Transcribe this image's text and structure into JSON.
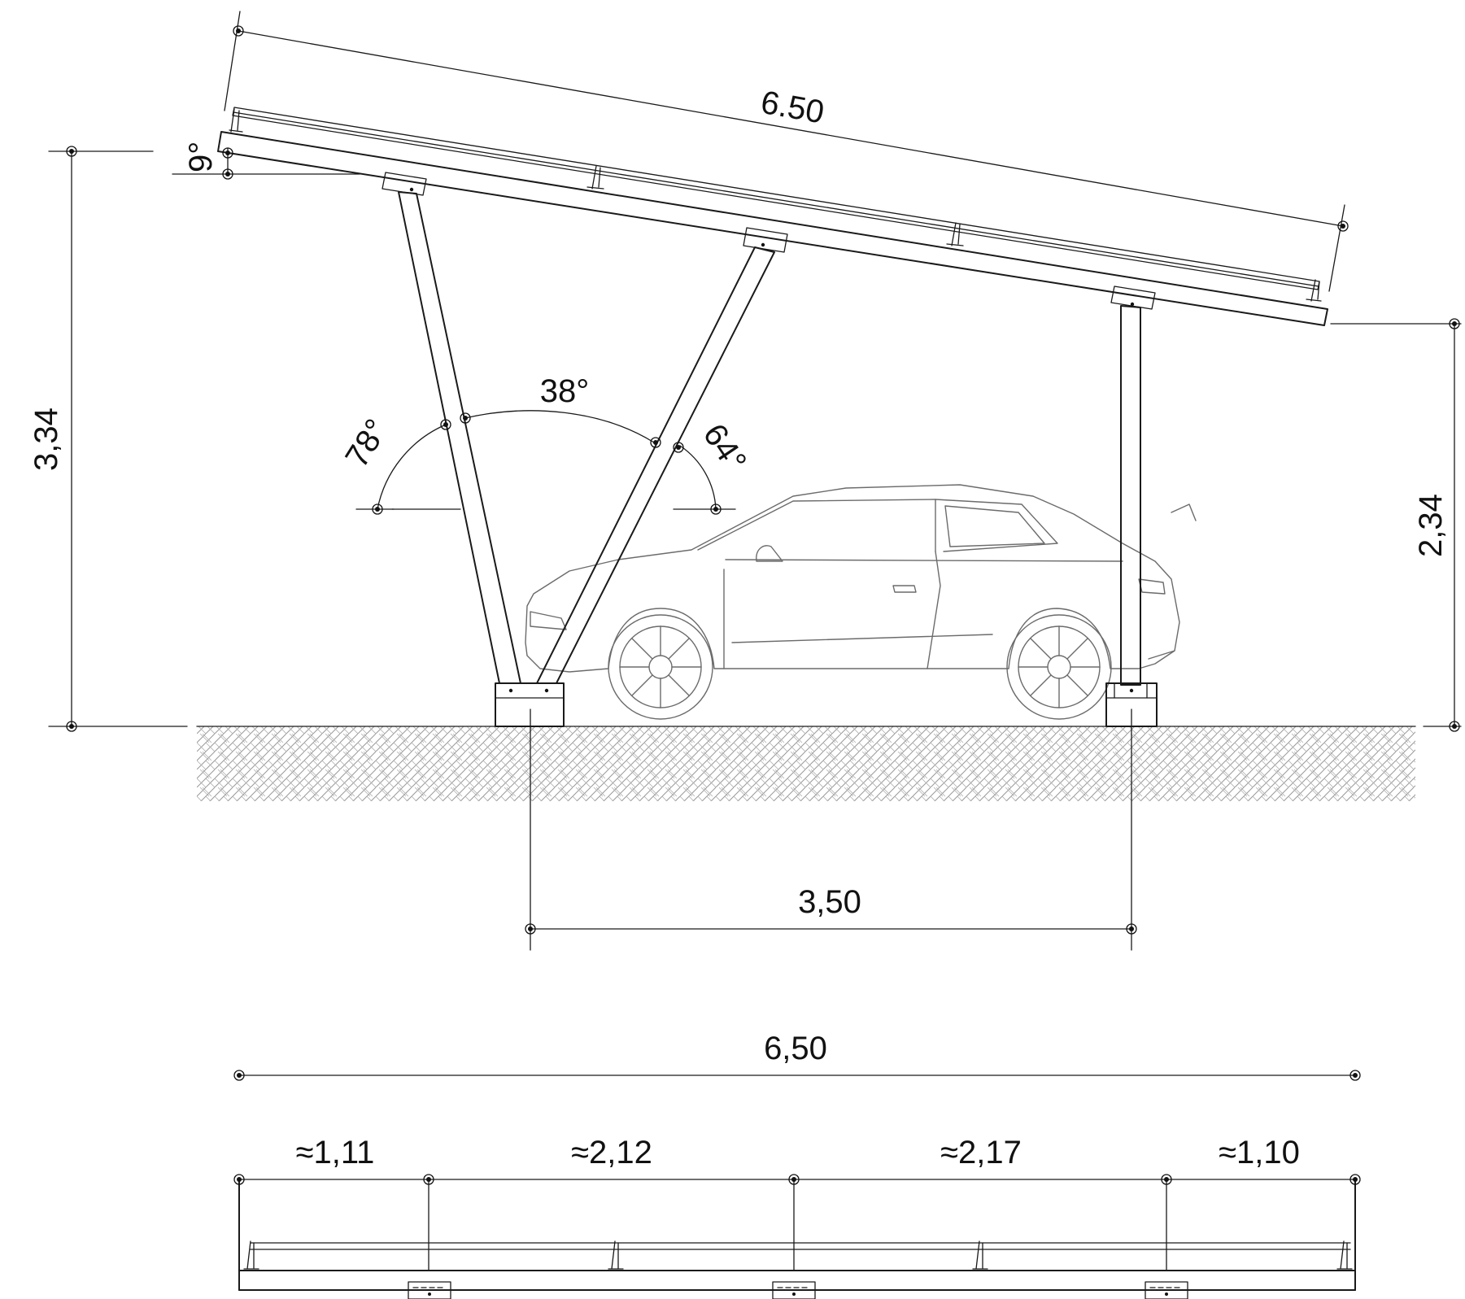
{
  "side_view": {
    "dim_panel_length": "6.50",
    "dim_tilt_angle": "9°",
    "dim_total_height": "3,34",
    "dim_clear_height": "2,34",
    "dim_post_span": "3,50",
    "dim_back_leg_angle": "78°",
    "dim_between_legs_angle": "38°",
    "dim_front_leg_angle": "64°"
  },
  "top_view": {
    "dim_overall": "6,50",
    "dim_segment_1": "≈1,11",
    "dim_segment_2": "≈2,12",
    "dim_segment_3": "≈2,17",
    "dim_segment_4": "≈1,10"
  }
}
